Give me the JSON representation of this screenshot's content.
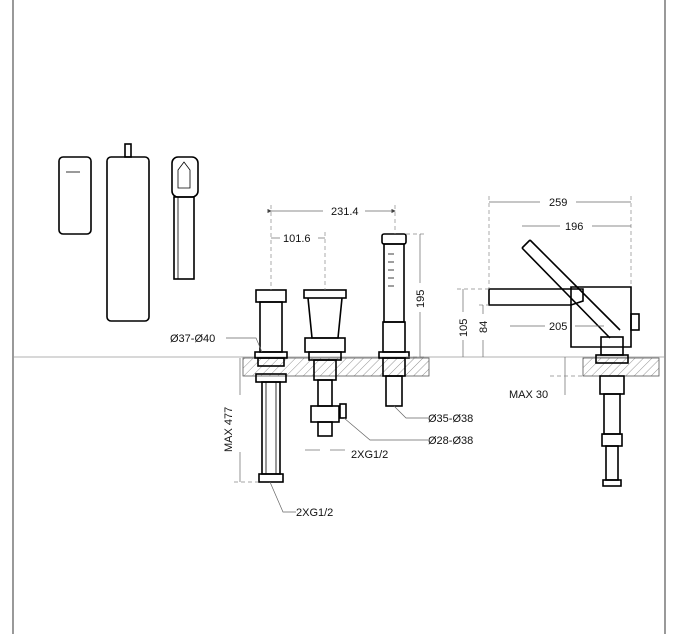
{
  "dimensions": {
    "d_231_4": "231.4",
    "d_101_6": "101.6",
    "d_195": "195",
    "d_259": "259",
    "d_196": "196",
    "d_105": "105",
    "d_84": "84",
    "d_205": "205",
    "max_30": "MAX 30",
    "max_477": "MAX 477",
    "dia_37_40": "Ø37-Ø40",
    "dia_35_38": "Ø35-Ø38",
    "dia_28_38": "Ø28-Ø38",
    "thread_2xg12_mid": "2XG1/2",
    "thread_2xg12_left": "2XG1/2"
  }
}
